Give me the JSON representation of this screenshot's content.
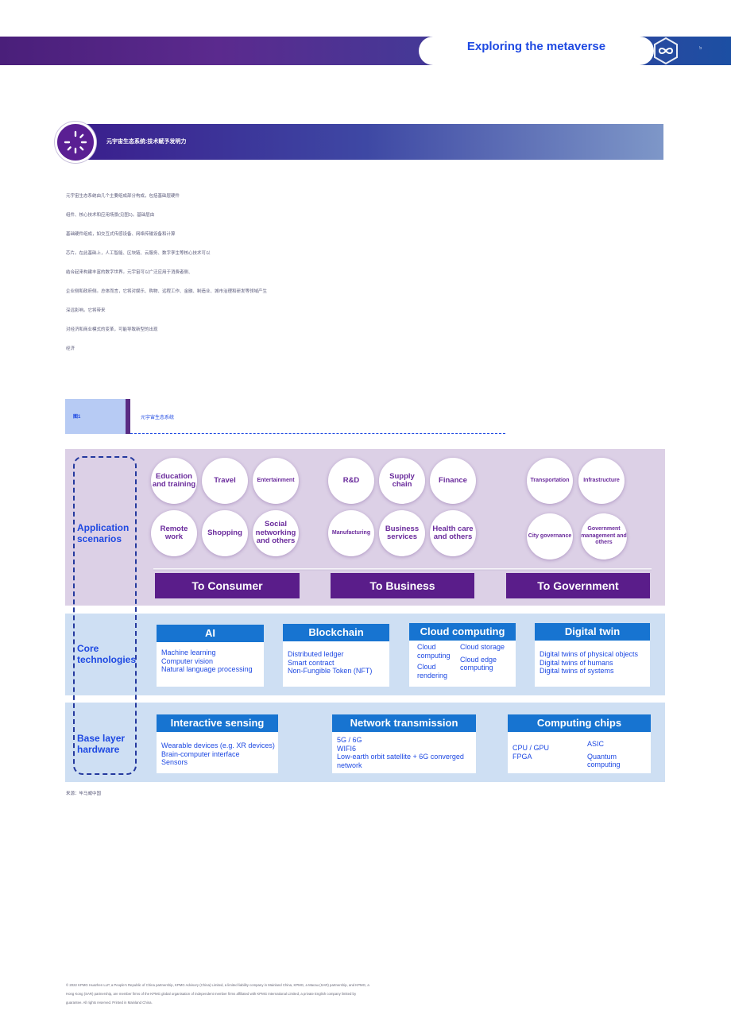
{
  "header": {
    "title": "Exploring the metaverse",
    "page_number": "5",
    "logo_icon": "infinity-hexagon-icon"
  },
  "section": {
    "title": "元宇宙生态系统:技术赋予发明力",
    "icon": "sparkle-dial-icon"
  },
  "paragraph": [
    "元宇宙生态系统由几个主要组成部分构成，包括基础层硬件",
    "组件、核心技术和应用场景(见图1)。基础层由",
    "基础硬件组成，如交互式传感设备、网络传输设备和计算",
    "芯片。在此基础上，人工智能、区块链、云服务、数字孪生等核心技术可以",
    "结合起来构建丰富的数字世界。元宇宙可以广泛应用于消费者侧、",
    "企业侧和政府侧。总体而言，它将对娱乐、购物、远程工作、金融、制造业、城市治理和研发等领域产生",
    "深远影响。它将带来",
    "对经济和商业模式的变革，可能导致新型的出现",
    "经济"
  ],
  "figure": {
    "number": "图1",
    "caption": "元宇宙生态系统"
  },
  "diagram": {
    "labels": {
      "app": [
        "Application",
        "scenarios"
      ],
      "core": [
        "Core",
        "technologies"
      ],
      "base": [
        "Base layer",
        "hardware"
      ]
    },
    "consumer_bubbles": [
      "Education and training",
      "Travel",
      "Entertainment",
      "Remote work",
      "Shopping",
      "Social networking and others"
    ],
    "business_bubbles": [
      "R&D",
      "Supply chain",
      "Finance",
      "Manufacturing",
      "Business services",
      "Health care and others"
    ],
    "government_bubbles": [
      "Transportation",
      "Infrastructure",
      "City governance",
      "Government management and others"
    ],
    "audiences": [
      "To Consumer",
      "To Business",
      "To Government"
    ],
    "core_tech": [
      {
        "title": "AI",
        "items": [
          "Machine learning",
          "Computer vision",
          "Natural language processing"
        ]
      },
      {
        "title": "Blockchain",
        "items": [
          "Distributed ledger",
          "Smart contract",
          "Non-Fungible Token (NFT)"
        ]
      },
      {
        "title": "Cloud computing",
        "col1": [
          "Cloud computing",
          "Cloud rendering"
        ],
        "col2": [
          "Cloud storage",
          "Cloud edge computing"
        ]
      },
      {
        "title": "Digital twin",
        "items": [
          "Digital twins of physical objects",
          "Digital twins of humans",
          "Digital twins of systems"
        ]
      }
    ],
    "base_hw": [
      {
        "title": "Interactive sensing",
        "items": [
          "Wearable devices (e.g. XR devices)",
          "Brain-computer interface",
          "Sensors"
        ]
      },
      {
        "title": "Network transmission",
        "items": [
          "5G / 6G",
          "WIFI6",
          "Low-earth orbit satellite + 6G converged network"
        ]
      },
      {
        "title": "Computing chips",
        "col1": [
          "CPU / GPU",
          "FPGA"
        ],
        "col2": [
          "ASIC",
          "Quantum computing"
        ]
      }
    ]
  },
  "source": "来源：毕马威中国",
  "footer": [
    "© 2022 KPMG Huazhen LLP, a People's Republic of China partnership, KPMG Advisory (China) Limited, a limited liability company in Mainland China, KPMG, a Macau (SAR) partnership, and KPMG, a",
    "Hong Kong (SAR) partnership, are member firms of the KPMG global organisation of independent member firms affiliated with KPMG International Limited, a private English company limited by",
    "guarantee. All rights reserved. Printed in Mainland China."
  ]
}
